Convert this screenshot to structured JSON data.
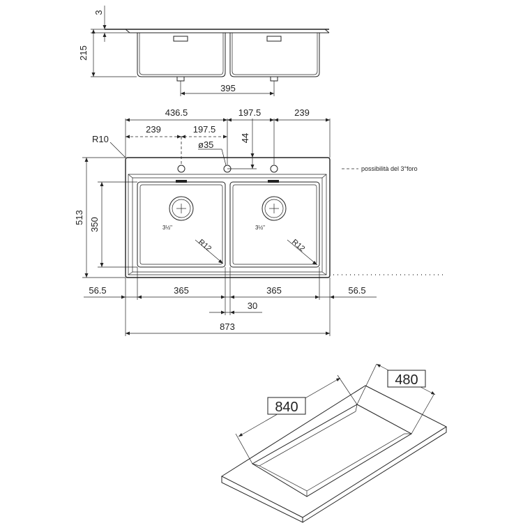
{
  "side_view": {
    "dim_top": "3",
    "dim_height": "215",
    "dim_bowl_span": "395"
  },
  "top_view": {
    "dim_left_hole": "436.5",
    "dim_mid_hole": "197.5",
    "dim_right_hole": "239",
    "dim_left_239": "239",
    "dim_left_197": "197.5",
    "dim_hole_dia": "ø35",
    "dim_hole_offset": "44",
    "corner_radius": "R10",
    "dim_total_depth": "513",
    "dim_bowl_depth": "350",
    "bowl_radius_left": "R12",
    "bowl_radius_right": "R12",
    "drain_left": "3½\"",
    "drain_right": "3½\"",
    "dim_margin_left": "56.5",
    "dim_bowl_left": "365",
    "dim_bowl_right": "365",
    "dim_margin_right": "56.5",
    "dim_divider": "30",
    "dim_total_width": "873",
    "legend_text": "possibilità del 3°foro"
  },
  "iso_view": {
    "dim_cutout_length": "840",
    "dim_cutout_width": "480"
  }
}
